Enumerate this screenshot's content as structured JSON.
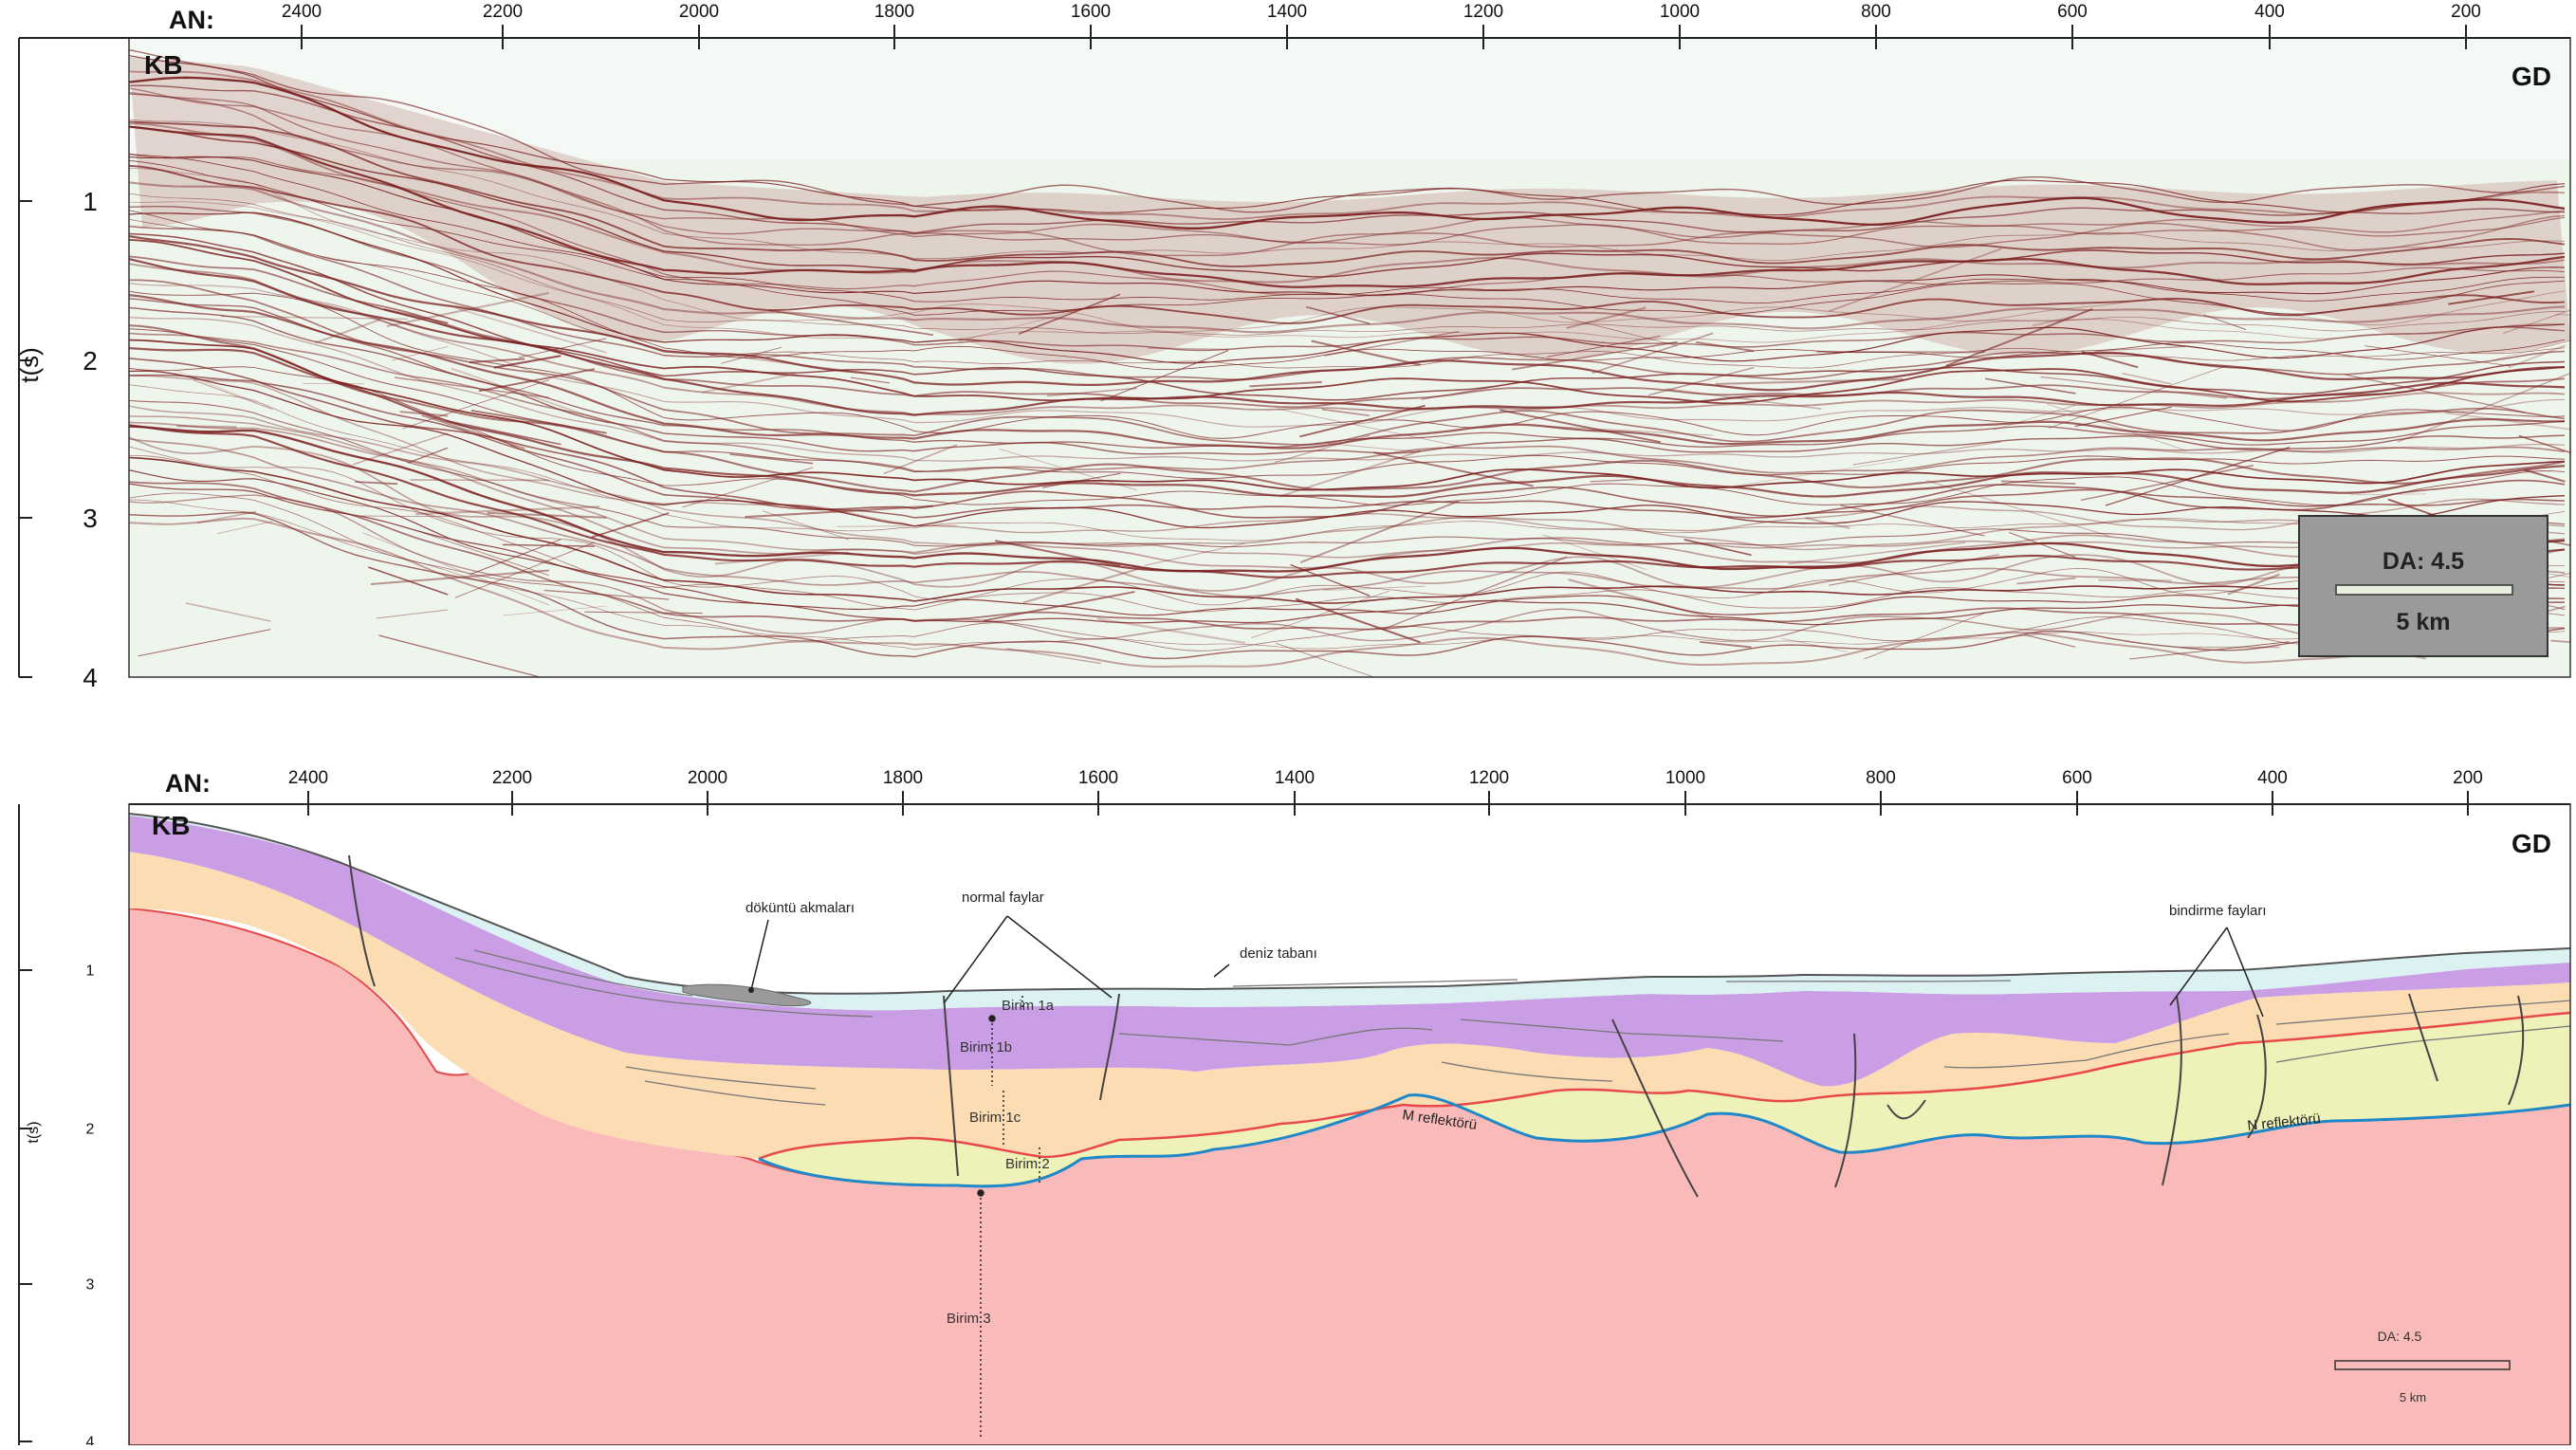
{
  "panels": [
    {
      "id": "seismic",
      "axis_label": "AN:",
      "left_label": "KB",
      "right_label": "GD",
      "x_ticks": [
        "2400",
        "2200",
        "2000",
        "1800",
        "1600",
        "1400",
        "1200",
        "1000",
        "800",
        "600",
        "400",
        "200"
      ],
      "y_label": "t(s)",
      "y_ticks": [
        "1",
        "2",
        "3",
        "4"
      ],
      "scale_box": {
        "ratio": "DA: 4.5",
        "distance": "5 km"
      }
    },
    {
      "id": "interpretation",
      "axis_label": "AN:",
      "left_label": "KB",
      "right_label": "GD",
      "x_ticks": [
        "2400",
        "2200",
        "2000",
        "1800",
        "1600",
        "1400",
        "1200",
        "1000",
        "800",
        "600",
        "400",
        "200"
      ],
      "y_label": "t(s)",
      "y_ticks": [
        "1",
        "2",
        "3",
        "4"
      ],
      "scale_box": {
        "ratio": "DA: 4.5",
        "distance": "5 km"
      }
    }
  ],
  "annotations": {
    "slump": "döküntü akmaları",
    "normal_faults": "normal faylar",
    "seafloor": "deniz tabanı",
    "thrust_faults": "bindirme fayları",
    "m_reflector": "M reflektörü",
    "n_reflector": "N reflektörü"
  },
  "units": {
    "u1a": "Birim 1a",
    "u1b": "Birim 1b",
    "u1c": "Birim 1c",
    "u2": "Birim 2",
    "u3": "Birim 3"
  },
  "colors": {
    "water_bg": "#edf5ec",
    "seismic_reflector": "#7a1f1f",
    "water_layer": "#dcf1f2",
    "unit_1ab": "#c99ee5",
    "unit_1c": "#fbdcb3",
    "unit_2": "#eef2b8",
    "unit_3": "#fbbaba",
    "red_line": "#e8484a",
    "blue_line": "#1e88c8",
    "scale_box_bg": "#9a9a9a"
  }
}
